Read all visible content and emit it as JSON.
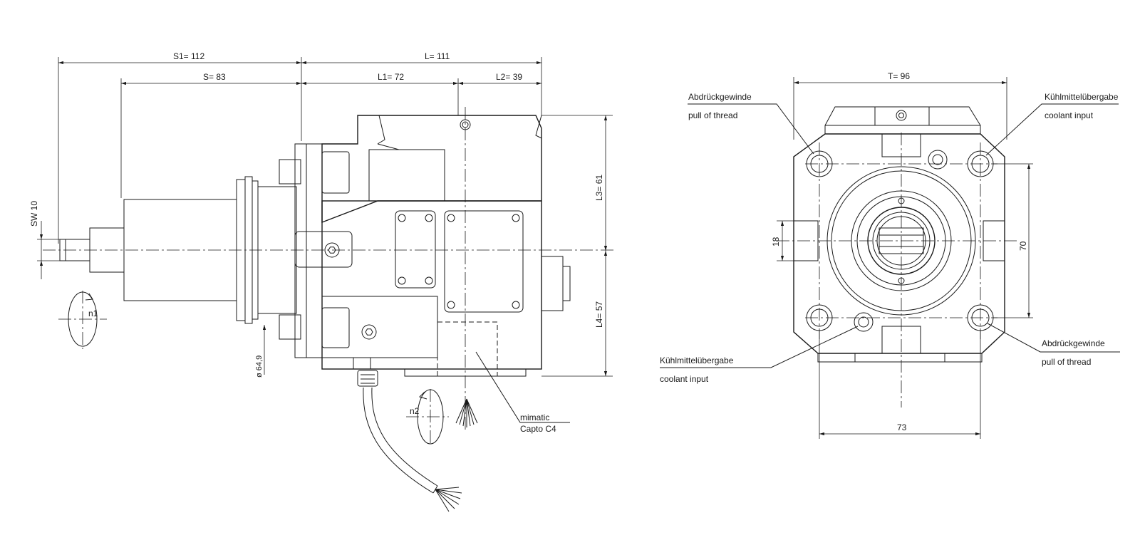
{
  "dimensions": {
    "s1": "S1=  112",
    "s": "S= 83",
    "l": "L=  111",
    "l1": "L1=  72",
    "l2": "L2=  39",
    "l3": "L3=  61",
    "l4": "L4=  57",
    "sw": "SW  10",
    "dia": "ø 64,9",
    "t": "T= 96",
    "w18": "18",
    "w70": "70",
    "w73": "73"
  },
  "rotation_labels": {
    "n1": "n1",
    "n2": "n2"
  },
  "callouts": {
    "top_left_de": "Abdrückgewinde",
    "top_left_en": "pull of thread",
    "top_right_de": "Kühlmittelübergabe",
    "top_right_en": "coolant input",
    "bottom_left_de": "Kühlmittelübergabe",
    "bottom_left_en": "coolant input",
    "bottom_right_de": "Abdrückgewinde",
    "bottom_right_en": "pull of thread",
    "interface_1": "mimatic",
    "interface_2": "Capto C4"
  },
  "icons": [
    "arrowhead",
    "hex-socket-screw",
    "coolant-spray",
    "cable-wire-fan",
    "rotation-arrow"
  ]
}
